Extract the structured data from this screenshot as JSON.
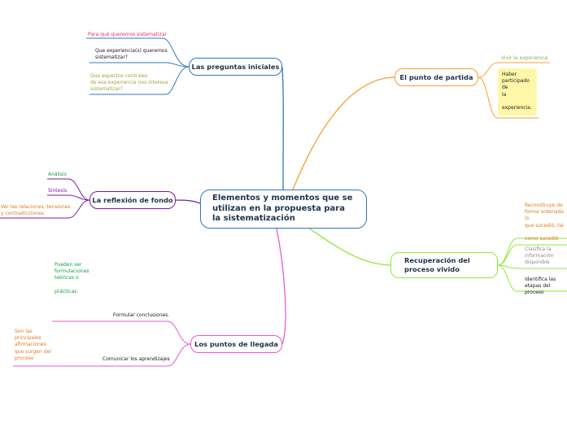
{
  "colors": {
    "blue": "#2f78c0",
    "orange": "#f4a22f",
    "green": "#8ee838",
    "magenta": "#e35bd1",
    "purple": "#7a1ba8",
    "red_text": "#e0306a",
    "olive_text": "#9aa84a",
    "green_text": "#17a04c",
    "orange_text": "#e07b22",
    "gray_text": "#8a8a8a",
    "note_bg": "#fef7a8"
  },
  "center": {
    "title": "Elementos y momentos que se utilizan en la propuesta para la sistematización"
  },
  "branches": {
    "preguntas": {
      "label": "Las preguntas iniciales",
      "leaves": [
        "Para qué queremos sistematizar",
        "Que experiencia(s) queremos\nsistematizar?",
        "Que aspectos centrales\nde esa experiencia nos interesa\nsistematizar?"
      ]
    },
    "partida": {
      "label": "El punto de partida",
      "leaves": [
        "Vivir la experiencia"
      ],
      "note": "Haber\nparticipado de\nla\n\nexperiencia."
    },
    "reflexion": {
      "label": "La reflexión de fondo",
      "leaves": [
        "Análisis",
        "Síntesis",
        "Ver las relaciones, tensiones\ny contradicciones."
      ]
    },
    "recuperacion": {
      "label": "Recuperación del proceso vivido",
      "leaves": [
        "Reconstruye de\nforma ordenada lo\nque sucedió, tal\n\ncomo sucedió",
        "Clasifica la\ninformación\ndisponible",
        "Identifica las\netapas del proceso"
      ]
    },
    "llegada": {
      "label": "Los puntos de llegada",
      "leaves": [
        "Formular conclusiones.",
        "Pueden ser\nformulaciones\nteóricas o\n\nprácticas.",
        "Comunicar los aprendizajes",
        "Son las\nprincipales\nafirmaciones\nque surgen del\nproceso"
      ]
    }
  }
}
